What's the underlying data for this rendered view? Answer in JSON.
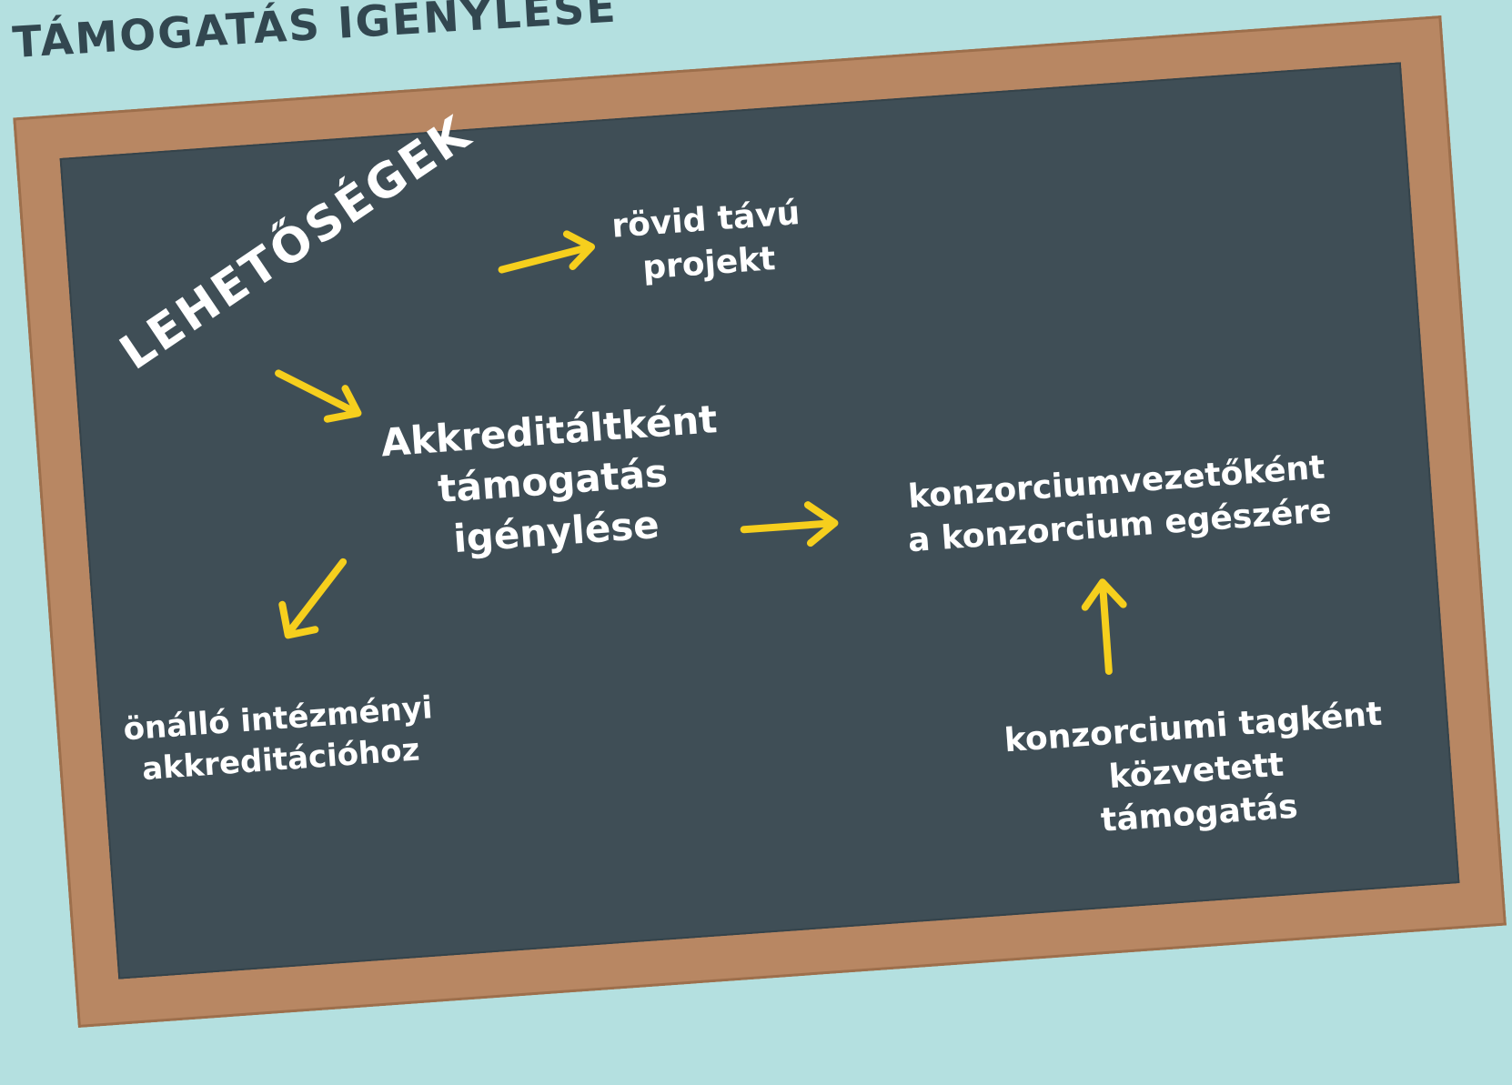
{
  "title": "TÁMOGATÁS IGÉNYLÉSE",
  "board": {
    "main_label": "LEHETŐSÉGEK",
    "short_term": [
      "rövid távú",
      "projekt"
    ],
    "accredited": [
      "Akkreditáltként",
      "támogatás",
      "igénylése"
    ],
    "standalone": [
      "önálló intézményi",
      "akkreditációhoz"
    ],
    "consortium_leader": [
      "konzorciumvezetőként",
      "a konzorcium egészére"
    ],
    "consortium_member": [
      "konzorciumi tagként",
      "közvetett",
      "támogatás"
    ]
  },
  "colors": {
    "background": "#b4e0e0",
    "chalkboard": "#3f4e56",
    "frame": "#b88763",
    "chalk_text": "#ffffff",
    "arrows": "#f6cf1d",
    "title_text": "#324750"
  }
}
